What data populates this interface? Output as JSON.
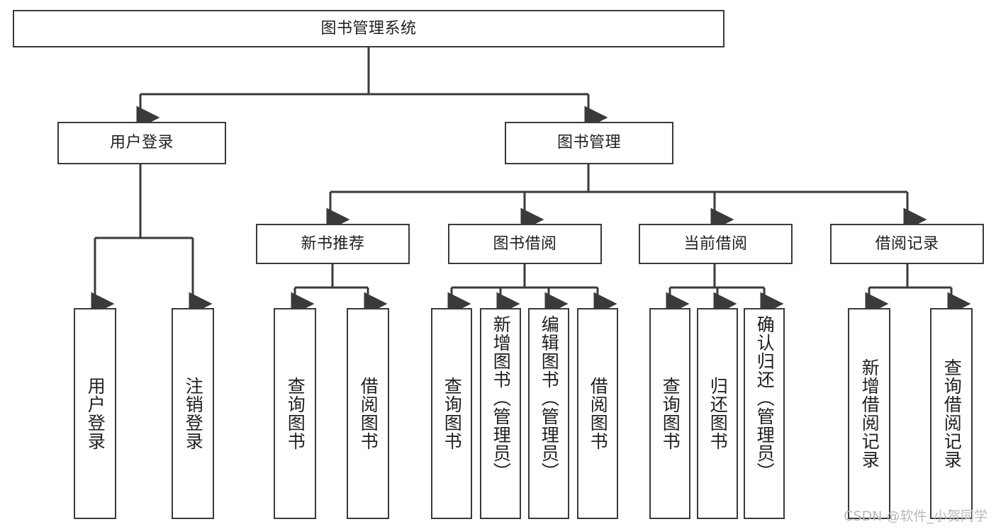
{
  "diagram": {
    "title_node": {
      "label": "图书管理系统"
    },
    "level1": [
      {
        "id": "user-login",
        "label": "用户登录"
      },
      {
        "id": "book-management",
        "label": "图书管理"
      }
    ],
    "level2": [
      {
        "id": "new-book-recommend",
        "label": "新书推荐"
      },
      {
        "id": "book-borrow",
        "label": "图书借阅"
      },
      {
        "id": "current-borrow",
        "label": "当前借阅"
      },
      {
        "id": "borrow-record",
        "label": "借阅记录"
      }
    ],
    "leaves": {
      "user_login": [
        {
          "id": "leaf-user-login",
          "label": "用户登录"
        },
        {
          "id": "leaf-logout-login",
          "label": "注销登录"
        }
      ],
      "new_book_recommend": [
        {
          "id": "leaf-query-book-1",
          "label": "查询图书"
        },
        {
          "id": "leaf-borrow-book-1",
          "label": "借阅图书"
        }
      ],
      "book_borrow": [
        {
          "id": "leaf-query-book-2",
          "label": "查询图书"
        },
        {
          "id": "leaf-add-book-admin",
          "label": "新增图书（管理员）"
        },
        {
          "id": "leaf-edit-book-admin",
          "label": "编辑图书（管理员）"
        },
        {
          "id": "leaf-borrow-book-2",
          "label": "借阅图书"
        }
      ],
      "current_borrow": [
        {
          "id": "leaf-query-book-3",
          "label": "查询图书"
        },
        {
          "id": "leaf-return-book",
          "label": "归还图书"
        },
        {
          "id": "leaf-confirm-return-admin",
          "label": "确认归还（管理员）"
        }
      ],
      "borrow_record": [
        {
          "id": "leaf-add-borrow-record",
          "label": "新增借阅记录"
        },
        {
          "id": "leaf-query-borrow-record",
          "label": "查询借阅记录"
        }
      ]
    }
  },
  "watermark": {
    "text": "CSDN @软件_小贺同学"
  },
  "colors": {
    "stroke": "#3a3a3a",
    "node_fill": "#ffffff",
    "text": "#1f1f1f",
    "watermark": "#b9b9b9",
    "background": "#ffffff"
  }
}
